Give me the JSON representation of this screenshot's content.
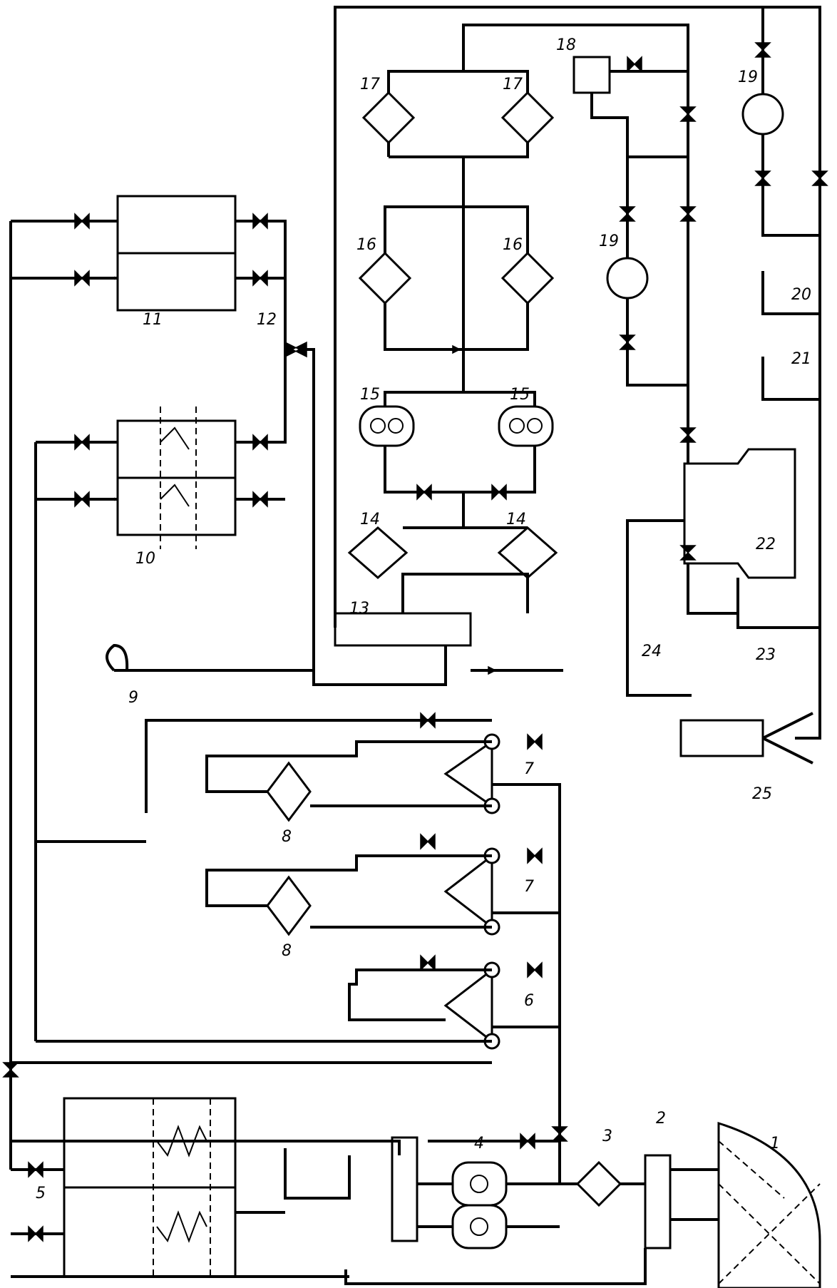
{
  "labels": {
    "n1": "1",
    "n2": "2",
    "n3": "3",
    "n4": "4",
    "n5": "5",
    "n6": "6",
    "n7a": "7",
    "n7b": "7",
    "n8a": "8",
    "n8b": "8",
    "n9": "9",
    "n10": "10",
    "n11": "11",
    "n12": "12",
    "n13": "13",
    "n14a": "14",
    "n14b": "14",
    "n15a": "15",
    "n15b": "15",
    "n16a": "16",
    "n16b": "16",
    "n17a": "17",
    "n17b": "17",
    "n18": "18",
    "n19a": "19",
    "n19b": "19",
    "n20": "20",
    "n21": "21",
    "n22": "22",
    "n23": "23",
    "n24": "24",
    "n25": "25"
  }
}
